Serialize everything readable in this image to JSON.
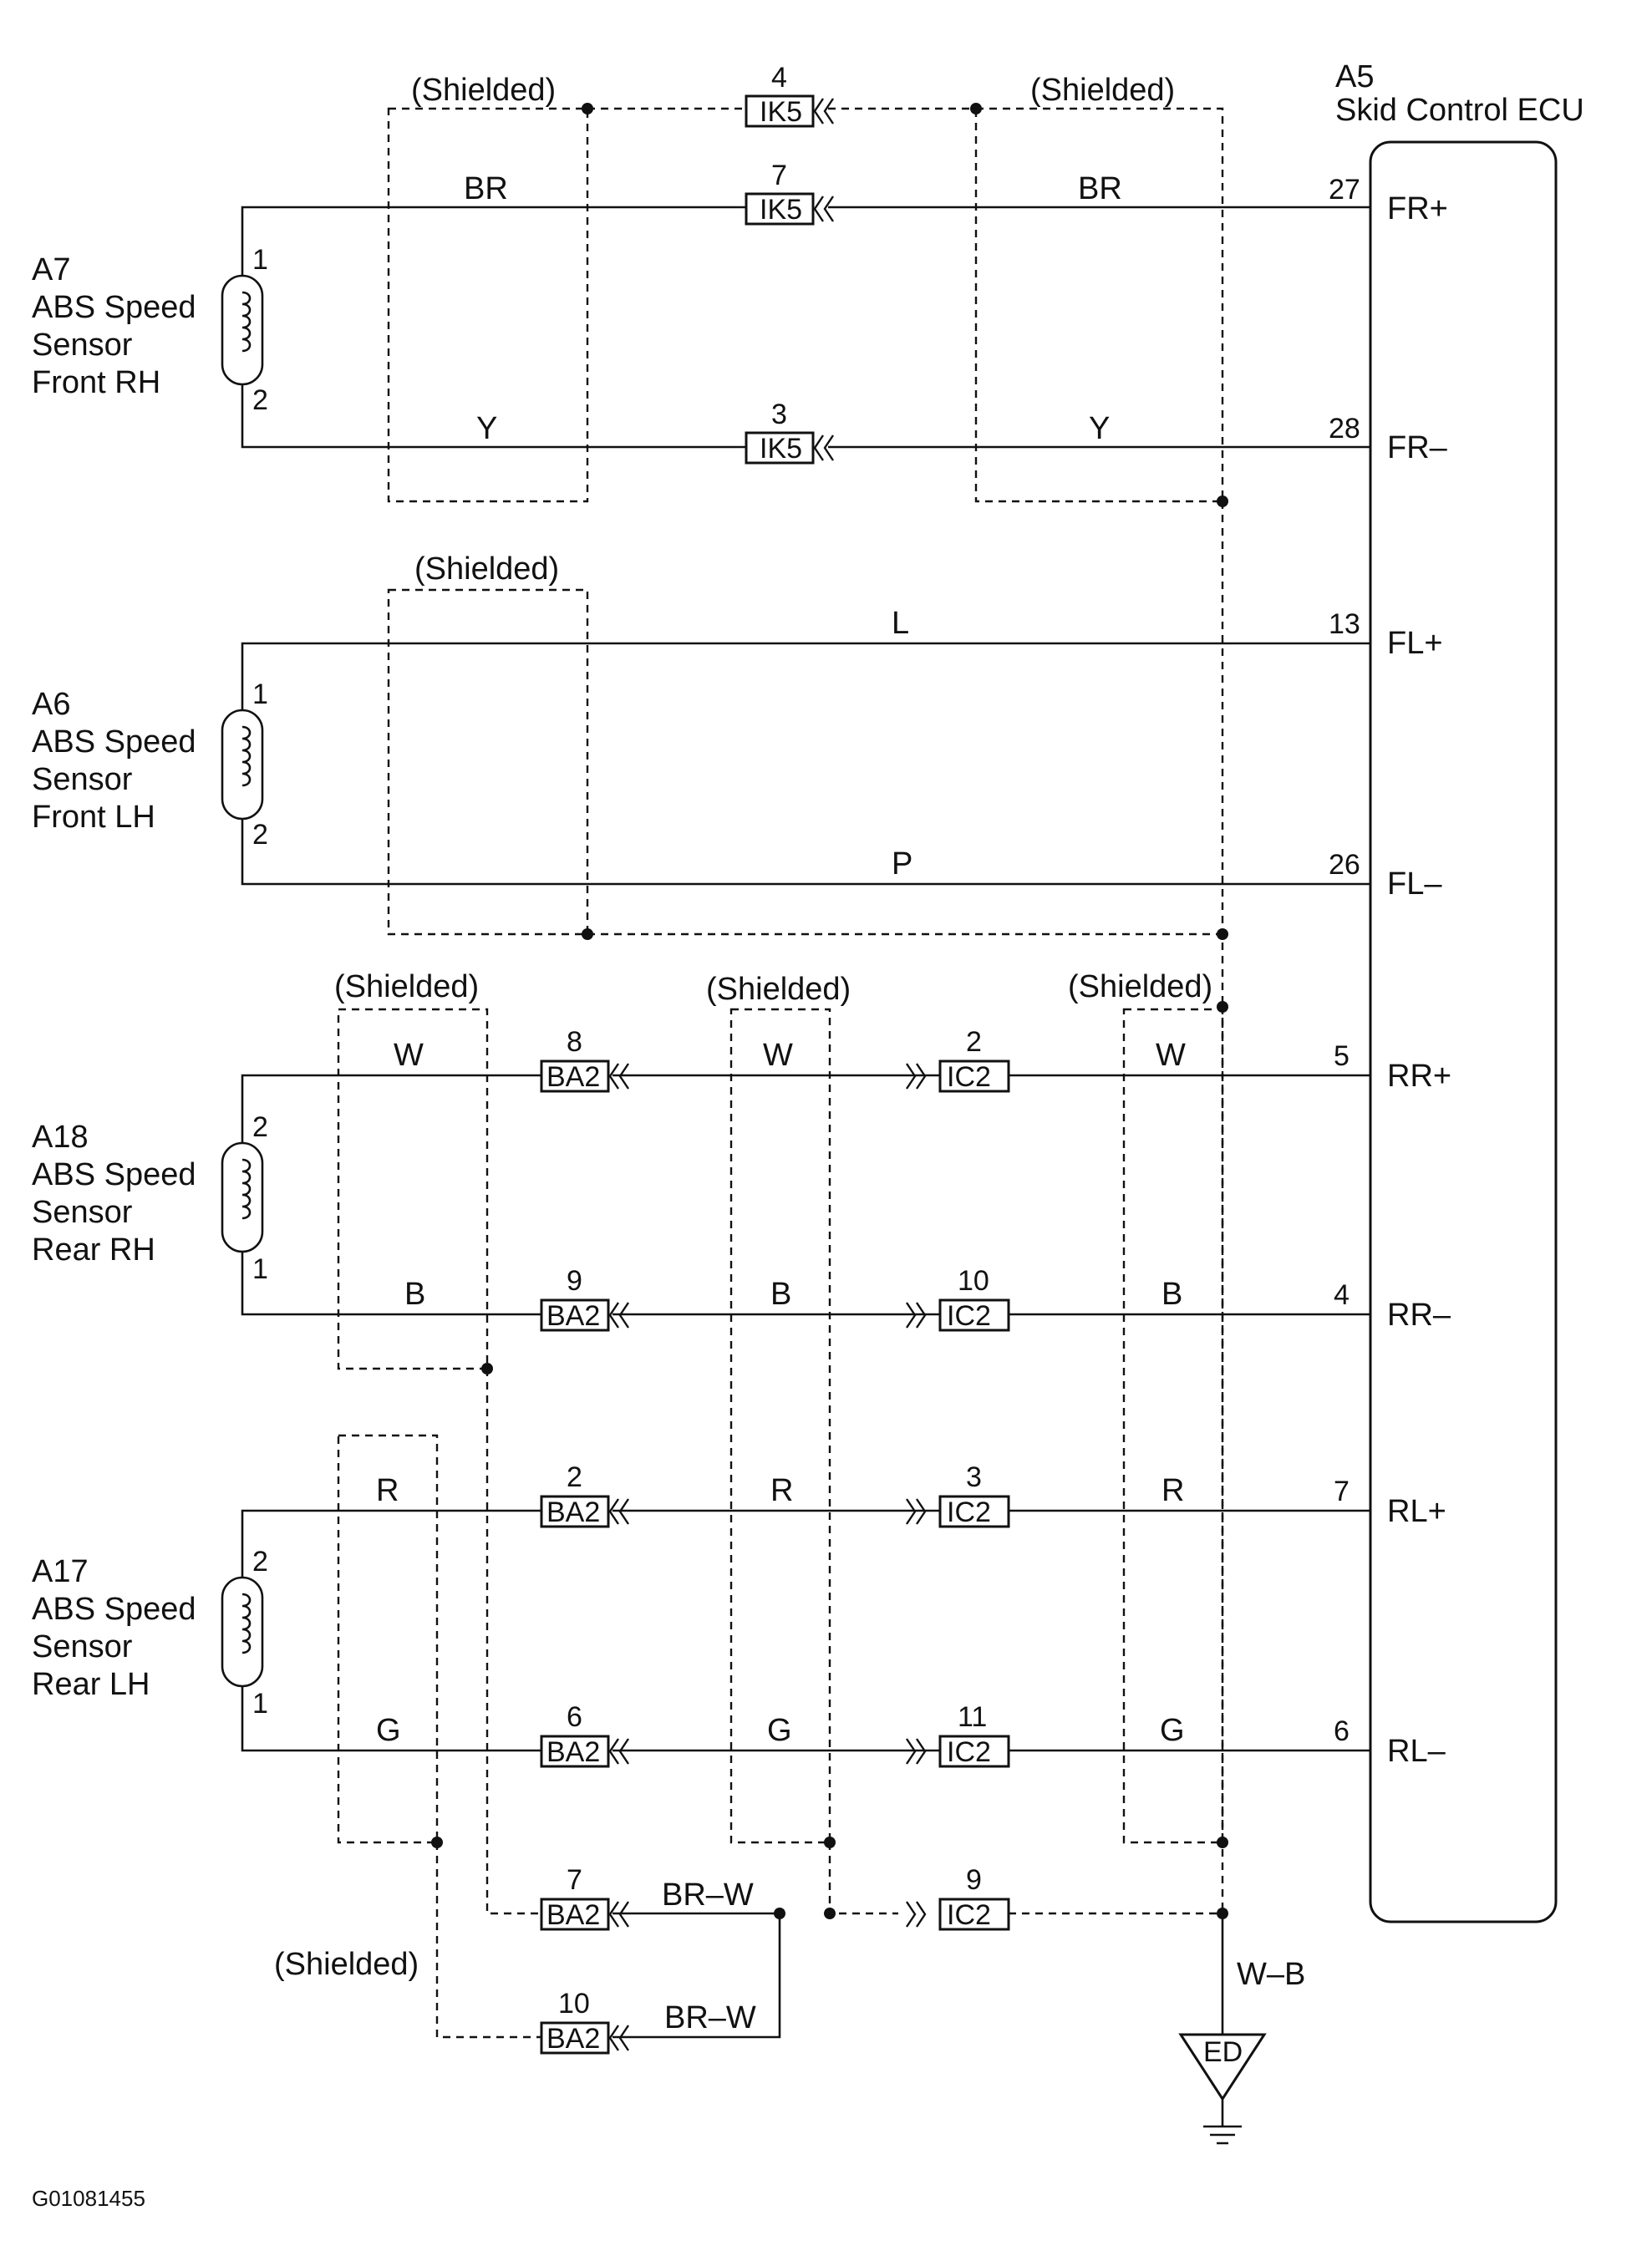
{
  "ecu": {
    "ref": "A5",
    "name": "Skid Control  ECU"
  },
  "sensors": {
    "fr": {
      "ref": "A7",
      "line1": "ABS Speed",
      "line2": "Sensor",
      "line3": "Front RH",
      "pin_top": "1",
      "pin_bottom": "2"
    },
    "fl": {
      "ref": "A6",
      "line1": "ABS Speed",
      "line2": "Sensor",
      "line3": "Front LH",
      "pin_top": "1",
      "pin_bottom": "2"
    },
    "rr": {
      "ref": "A18",
      "line1": "ABS Speed",
      "line2": "Sensor",
      "line3": "Rear RH",
      "pin_top": "2",
      "pin_bottom": "1"
    },
    "rl": {
      "ref": "A17",
      "line1": "ABS Speed",
      "line2": "Sensor",
      "line3": "Rear LH",
      "pin_top": "2",
      "pin_bottom": "1"
    }
  },
  "shield_label": "(Shielded)",
  "circuits": {
    "fr_plus": {
      "ecu_pin": "27",
      "ecu_label": "FR+",
      "color_left": "BR",
      "color_right": "BR",
      "conn": "IK5",
      "conn_pin": "7"
    },
    "fr_minus": {
      "ecu_pin": "28",
      "ecu_label": "FR–",
      "color_left": "Y",
      "color_right": "Y",
      "conn": "IK5",
      "conn_pin": "3"
    },
    "fr_shield": {
      "conn": "IK5",
      "conn_pin": "4"
    },
    "fl_plus": {
      "ecu_pin": "13",
      "ecu_label": "FL+",
      "color": "L"
    },
    "fl_minus": {
      "ecu_pin": "26",
      "ecu_label": "FL–",
      "color": "P"
    },
    "rr_plus": {
      "ecu_pin": "5",
      "ecu_label": "RR+",
      "color_a": "W",
      "color_b": "W",
      "color_c": "W",
      "conn_a": "BA2",
      "conn_a_pin": "8",
      "conn_b": "IC2",
      "conn_b_pin": "2"
    },
    "rr_minus": {
      "ecu_pin": "4",
      "ecu_label": "RR–",
      "color_a": "B",
      "color_b": "B",
      "color_c": "B",
      "conn_a": "BA2",
      "conn_a_pin": "9",
      "conn_b": "IC2",
      "conn_b_pin": "10"
    },
    "rl_plus": {
      "ecu_pin": "7",
      "ecu_label": "RL+",
      "color_a": "R",
      "color_b": "R",
      "color_c": "R",
      "conn_a": "BA2",
      "conn_a_pin": "2",
      "conn_b": "IC2",
      "conn_b_pin": "3"
    },
    "rl_minus": {
      "ecu_pin": "6",
      "ecu_label": "RL–",
      "color_a": "G",
      "color_b": "G",
      "color_c": "G",
      "conn_a": "BA2",
      "conn_a_pin": "6",
      "conn_b": "IC2",
      "conn_b_pin": "11"
    },
    "drain_1": {
      "conn": "BA2",
      "conn_pin": "7",
      "color": "BR–W",
      "conn_b": "IC2",
      "conn_b_pin": "9"
    },
    "drain_2": {
      "conn": "BA2",
      "conn_pin": "10",
      "color": "BR–W"
    }
  },
  "ground": {
    "wire_color": "W–B",
    "ref": "ED"
  },
  "figure_id": "G01081455"
}
